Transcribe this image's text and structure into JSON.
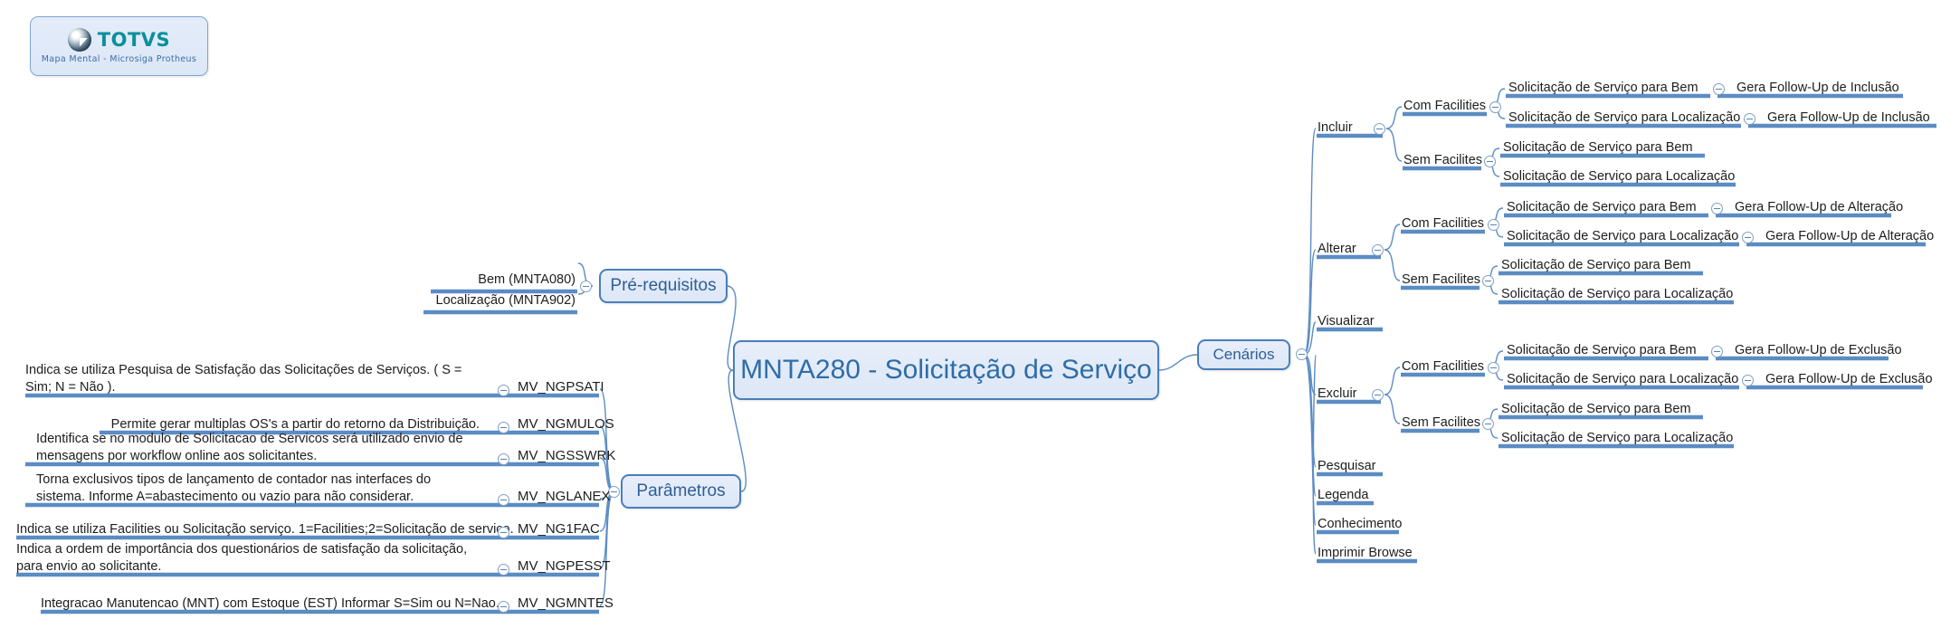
{
  "logo": {
    "brand": "TOTVS",
    "caption": "Mapa Mental - Microsiga Protheus",
    "ball_icon": "totvs-sphere-icon",
    "brand_color": "#0b8f9c",
    "caption_color": "#3b6fa8"
  },
  "colors": {
    "node_border": "#4a7ebb",
    "node_fill": "#e3ebf8",
    "node_text": "#2e6da8",
    "branch_line": "#5b8cc4",
    "leaf_text": "#1d1d1d"
  },
  "center": {
    "label": "MNTA280 - Solicitação de Serviço"
  },
  "prerequisitos": {
    "label": "Pré-requisitos",
    "items": [
      {
        "label": "Bem (MNTA080)"
      },
      {
        "label": "Localização (MNTA902)"
      }
    ]
  },
  "parametros": {
    "label": "Parâmetros",
    "items": [
      {
        "description": "Indica se utiliza Pesquisa de Satisfação das Solicitações de Serviços. ( S = Sim; N = Não ).",
        "name": "MV_NGPSATI"
      },
      {
        "description": "Permite gerar multiplas OS's a partir do retorno da Distribuição.",
        "name": "MV_NGMULOS"
      },
      {
        "description": "Identifica se no modulo de Solicitacao de Servicos será utilizado envio de mensagens por workflow online aos solicitantes.",
        "name": "MV_NGSSWRK"
      },
      {
        "description": "Torna exclusivos tipos de lançamento de contador  nas interfaces do sistema. Informe A=abastecimento ou vazio para não considerar.",
        "name": "MV_NGLANEX"
      },
      {
        "description": "Indica se utiliza Facilities ou Solicitação  serviço. 1=Facilities;2=Solicitação de serviço.",
        "name": "MV_NG1FAC"
      },
      {
        "description": "Indica a ordem de importância dos questionários de satisfação da solicitação, para envio ao solicitante.",
        "name": "MV_NGPESST"
      },
      {
        "description": "Integracao Manutencao (MNT) com Estoque (EST) Informar S=Sim ou N=Nao.",
        "name": "MV_NGMNTES"
      }
    ]
  },
  "cenarios": {
    "label": "Cenários",
    "branches": [
      {
        "label": "Incluir",
        "groups": [
          {
            "label": "Com Facilities",
            "items": [
              {
                "label": "Solicitação de Serviço para Bem",
                "child": "Gera Follow-Up de Inclusão"
              },
              {
                "label": "Solicitação de Serviço para Localização",
                "child": "Gera Follow-Up de Inclusão"
              }
            ]
          },
          {
            "label": "Sem Facilites",
            "items": [
              {
                "label": "Solicitação de Serviço para Bem",
                "child": null
              },
              {
                "label": "Solicitação de Serviço para Localização",
                "child": null
              }
            ]
          }
        ]
      },
      {
        "label": "Alterar",
        "groups": [
          {
            "label": "Com Facilities",
            "items": [
              {
                "label": "Solicitação de Serviço para Bem",
                "child": "Gera Follow-Up de Alteração"
              },
              {
                "label": "Solicitação de Serviço para Localização",
                "child": "Gera Follow-Up de Alteração"
              }
            ]
          },
          {
            "label": "Sem Facilites",
            "items": [
              {
                "label": "Solicitação de Serviço para Bem",
                "child": null
              },
              {
                "label": "Solicitação de Serviço para Localização",
                "child": null
              }
            ]
          }
        ]
      },
      {
        "label": "Visualizar",
        "groups": []
      },
      {
        "label": "Excluir",
        "groups": [
          {
            "label": "Com Facilities",
            "items": [
              {
                "label": "Solicitação de Serviço para Bem",
                "child": "Gera Follow-Up de Exclusão"
              },
              {
                "label": "Solicitação de Serviço para Localização",
                "child": "Gera Follow-Up de Exclusão"
              }
            ]
          },
          {
            "label": "Sem Facilites",
            "items": [
              {
                "label": "Solicitação de Serviço para Bem",
                "child": null
              },
              {
                "label": "Solicitação de Serviço para Localização",
                "child": null
              }
            ]
          }
        ]
      },
      {
        "label": "Pesquisar",
        "groups": []
      },
      {
        "label": "Legenda",
        "groups": []
      },
      {
        "label": "Conhecimento",
        "groups": []
      },
      {
        "label": "Imprimir Browse",
        "groups": []
      }
    ]
  }
}
